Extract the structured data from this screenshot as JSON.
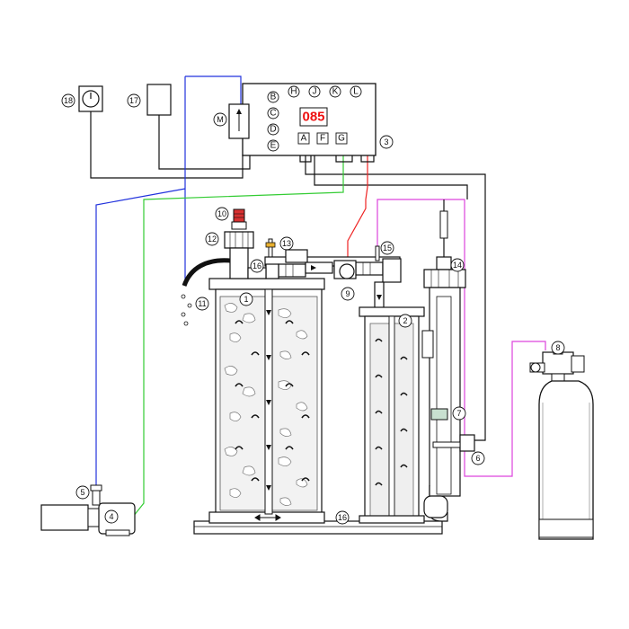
{
  "controller": {
    "display_value": "085",
    "module_label": "M",
    "buttons_top": [
      "H",
      "J",
      "K",
      "L"
    ],
    "buttons_left": [
      "B",
      "C",
      "D",
      "E"
    ],
    "buttons_bottom": [
      "A",
      "F",
      "G"
    ]
  },
  "callouts": {
    "c1": "1",
    "c2": "2",
    "c3": "3",
    "c4": "4",
    "c5": "5",
    "c6": "6",
    "c7": "7",
    "c8": "8",
    "c9": "9",
    "c10": "10",
    "c11": "11",
    "c12": "12",
    "c13": "13",
    "c14": "14",
    "c15": "15",
    "c16a": "16",
    "c16b": "16",
    "c17": "17",
    "c18": "18"
  },
  "colors": {
    "blue_line": "#2233dd",
    "green_line": "#33cc33",
    "red_line": "#ee2222",
    "magenta_line": "#dd44dd",
    "display_text": "#ee1111",
    "cap_red": "#d83030"
  }
}
